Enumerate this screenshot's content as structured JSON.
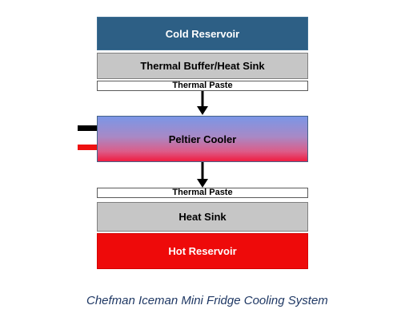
{
  "diagram": {
    "layers": {
      "cold_reservoir": "Cold Reservoir",
      "thermal_buffer": "Thermal Buffer/Heat Sink",
      "thermal_paste_top": "Thermal Paste",
      "peltier_cooler": "Peltier Cooler",
      "thermal_paste_bottom": "Thermal Paste",
      "heat_sink": "Heat Sink",
      "hot_reservoir": "Hot Reservoir"
    },
    "wires": [
      {
        "name": "negative-lead",
        "color": "#000000"
      },
      {
        "name": "positive-lead",
        "color": "#ee1111"
      }
    ],
    "colors": {
      "cold_reservoir": "#2d5f85",
      "buffer": "#c6c6c6",
      "peltier_top": "#7b96e6",
      "peltier_bottom": "#f01c40",
      "hot_reservoir": "#ee0a0a"
    }
  },
  "caption": "Chefman Iceman Mini Fridge Cooling System"
}
